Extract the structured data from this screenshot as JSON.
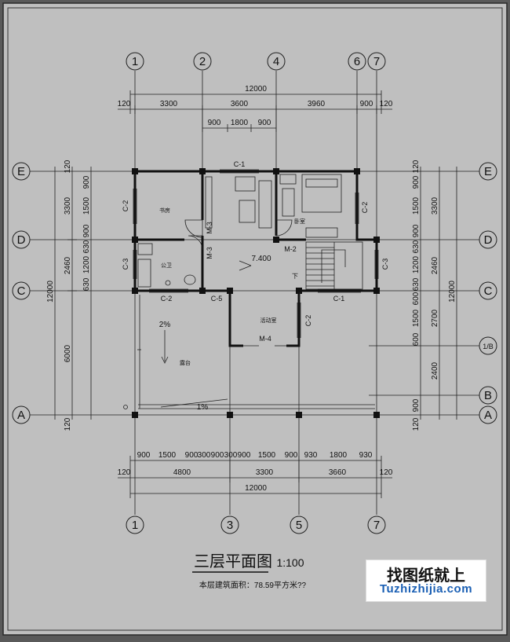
{
  "drawing": {
    "title": "三层平面图",
    "scale": "1:100",
    "area_note": "本层建筑面积：78.59平方米??",
    "elevation": "7.400",
    "slope_balcony": "2%",
    "slope_edge": "1%"
  },
  "axes": {
    "top": [
      "1",
      "2",
      "4",
      "6",
      "7"
    ],
    "bottom": [
      "1",
      "3",
      "5",
      "7"
    ],
    "left": [
      "E",
      "D",
      "C",
      "A"
    ],
    "right": [
      "E",
      "D",
      "C",
      "1/B",
      "B",
      "A"
    ]
  },
  "dimensions": {
    "top_total": "12000",
    "top_row1": [
      "120",
      "3300",
      "3600",
      "3960",
      "900",
      "120"
    ],
    "top_row2": [
      "900",
      "1800",
      "900"
    ],
    "bottom_row1": [
      "900",
      "1500",
      "900",
      "300",
      "900",
      "300",
      "900",
      "1500",
      "900",
      "930",
      "1800",
      "930"
    ],
    "bottom_row2": [
      "120",
      "4800",
      "3300",
      "3660",
      "120"
    ],
    "bottom_total": "12000",
    "left_row1": [
      "120",
      "900",
      "1500",
      "900",
      "630",
      "1200",
      "630",
      "6000",
      "120"
    ],
    "left_row2": [
      "3300",
      "2460"
    ],
    "left_total": "12000",
    "right_row1": [
      "120",
      "900",
      "1500",
      "900",
      "630",
      "1200",
      "630",
      "600",
      "1500",
      "600",
      "2400",
      "900",
      "120"
    ],
    "right_row2": [
      "3300",
      "2460",
      "2700"
    ],
    "right_total": "12000"
  },
  "rooms": {
    "study": "书房",
    "bathroom": "公卫",
    "bedroom": "卧室",
    "activity": "活动室",
    "terrace": "露台",
    "down": "下"
  },
  "openings": {
    "c1_top": "C-1",
    "c2_left": "C-2",
    "c3_left": "C-3",
    "c2_right": "C-2",
    "c3_right": "C-3",
    "c2_bottom": "C-2",
    "c5": "C-5",
    "c1_bottom": "C-1",
    "c2_mid": "C-2",
    "m3_a": "M-3",
    "m3_b": "M-3",
    "m2": "M-2",
    "m4": "M-4"
  },
  "watermark": {
    "line1": "找图纸就上",
    "line2": "Tuzhizhijia.com"
  }
}
